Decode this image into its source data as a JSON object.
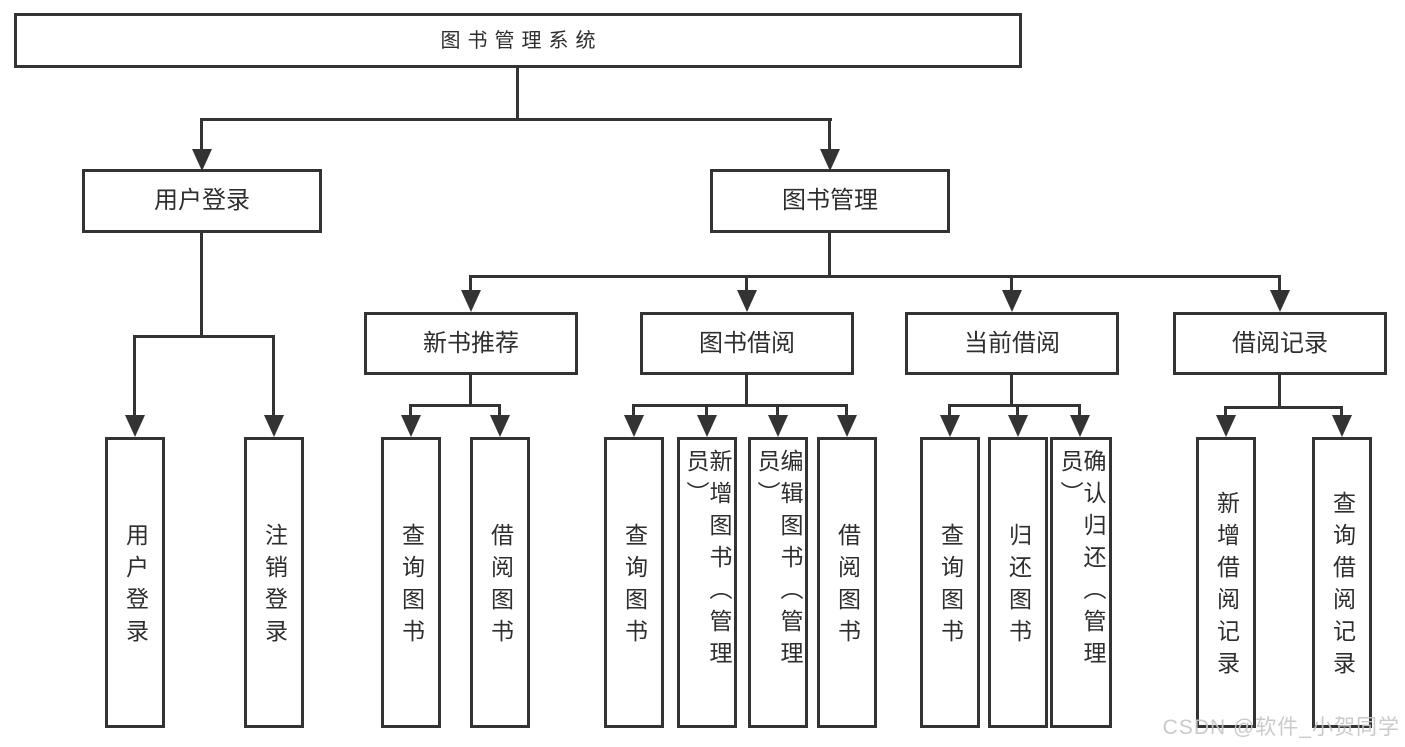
{
  "colors": {
    "line": "#333333",
    "box_border": "#333333",
    "text": "#2e2e2e",
    "watermark": "#c5c5c5",
    "background": "#ffffff"
  },
  "tree": {
    "label": "图书管理系统",
    "children": [
      {
        "label": "用户登录",
        "children": [
          {
            "label": "用户登录"
          },
          {
            "label": "注销登录"
          }
        ]
      },
      {
        "label": "图书管理",
        "children": [
          {
            "label": "新书推荐",
            "children": [
              {
                "label": "查询图书"
              },
              {
                "label": "借阅图书"
              }
            ]
          },
          {
            "label": "图书借阅",
            "children": [
              {
                "label": "查询图书"
              },
              {
                "label": "新增图书（管理员）"
              },
              {
                "label": "编辑图书（管理员）"
              },
              {
                "label": "借阅图书"
              }
            ]
          },
          {
            "label": "当前借阅",
            "children": [
              {
                "label": "查询图书"
              },
              {
                "label": "归还图书"
              },
              {
                "label": "确认归还（管理员）"
              }
            ]
          },
          {
            "label": "借阅记录",
            "children": [
              {
                "label": "新增借阅记录"
              },
              {
                "label": "查询借阅记录"
              }
            ]
          }
        ]
      }
    ]
  },
  "watermark": {
    "text": "CSDN @软件_小贺同学"
  }
}
